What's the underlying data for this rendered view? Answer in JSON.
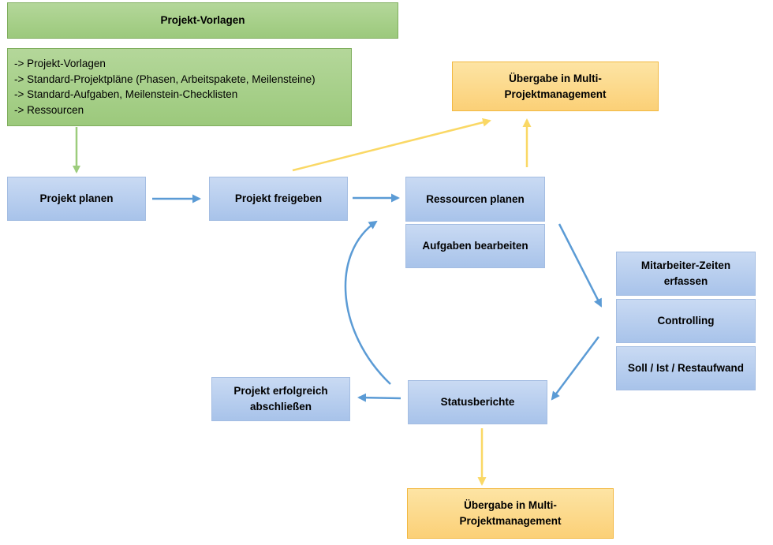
{
  "header": {
    "title": "Projekt-Vorlagen"
  },
  "templates": {
    "items": [
      "-> Projekt-Vorlagen",
      "-> Standard-Projektpläne (Phasen, Arbeitspakete, Meilensteine)",
      "-> Standard-Aufgaben, Meilenstein-Checklisten",
      "-> Ressourcen"
    ]
  },
  "nodes": {
    "projekt_planen": "Projekt planen",
    "projekt_freigeben": "Projekt freigeben",
    "ressourcen_planen": "Ressourcen planen",
    "aufgaben_bearbeiten": "Aufgaben bearbeiten",
    "mitarbeiter_zeiten": "Mitarbeiter-Zeiten erfassen",
    "controlling": "Controlling",
    "soll_ist": "Soll / Ist / Restaufwand",
    "statusberichte": "Statusberichte",
    "abschliessen": "Projekt erfolgreich abschließen",
    "uebergabe_top": "Übergabe in Multi-Projektmanagement",
    "uebergabe_bottom": "Übergabe in Multi-Projektmanagement"
  },
  "colors": {
    "green_arrow": "#9ccc7c",
    "blue_arrow": "#5b9bd5",
    "yellow_arrow": "#fad865"
  }
}
